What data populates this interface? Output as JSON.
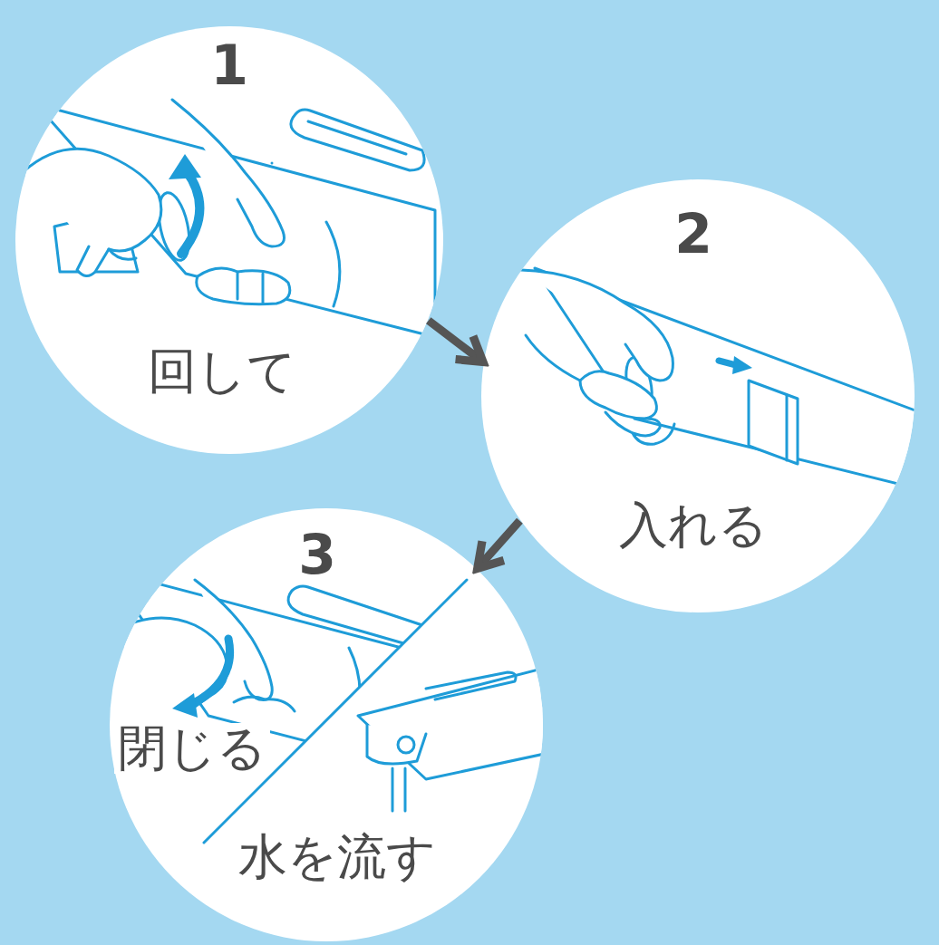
{
  "diagram": {
    "nodes": [
      {
        "text": [
          "1",
          "回して"
        ]
      },
      {
        "text": [
          "2",
          "入れる"
        ]
      },
      {
        "text": [
          "3",
          "閉じる",
          "水を流す"
        ]
      }
    ],
    "edges": [
      {
        "from": 0,
        "to": 1,
        "arrow": "to"
      },
      {
        "from": 1,
        "to": 2,
        "arrow": "to"
      }
    ]
  }
}
